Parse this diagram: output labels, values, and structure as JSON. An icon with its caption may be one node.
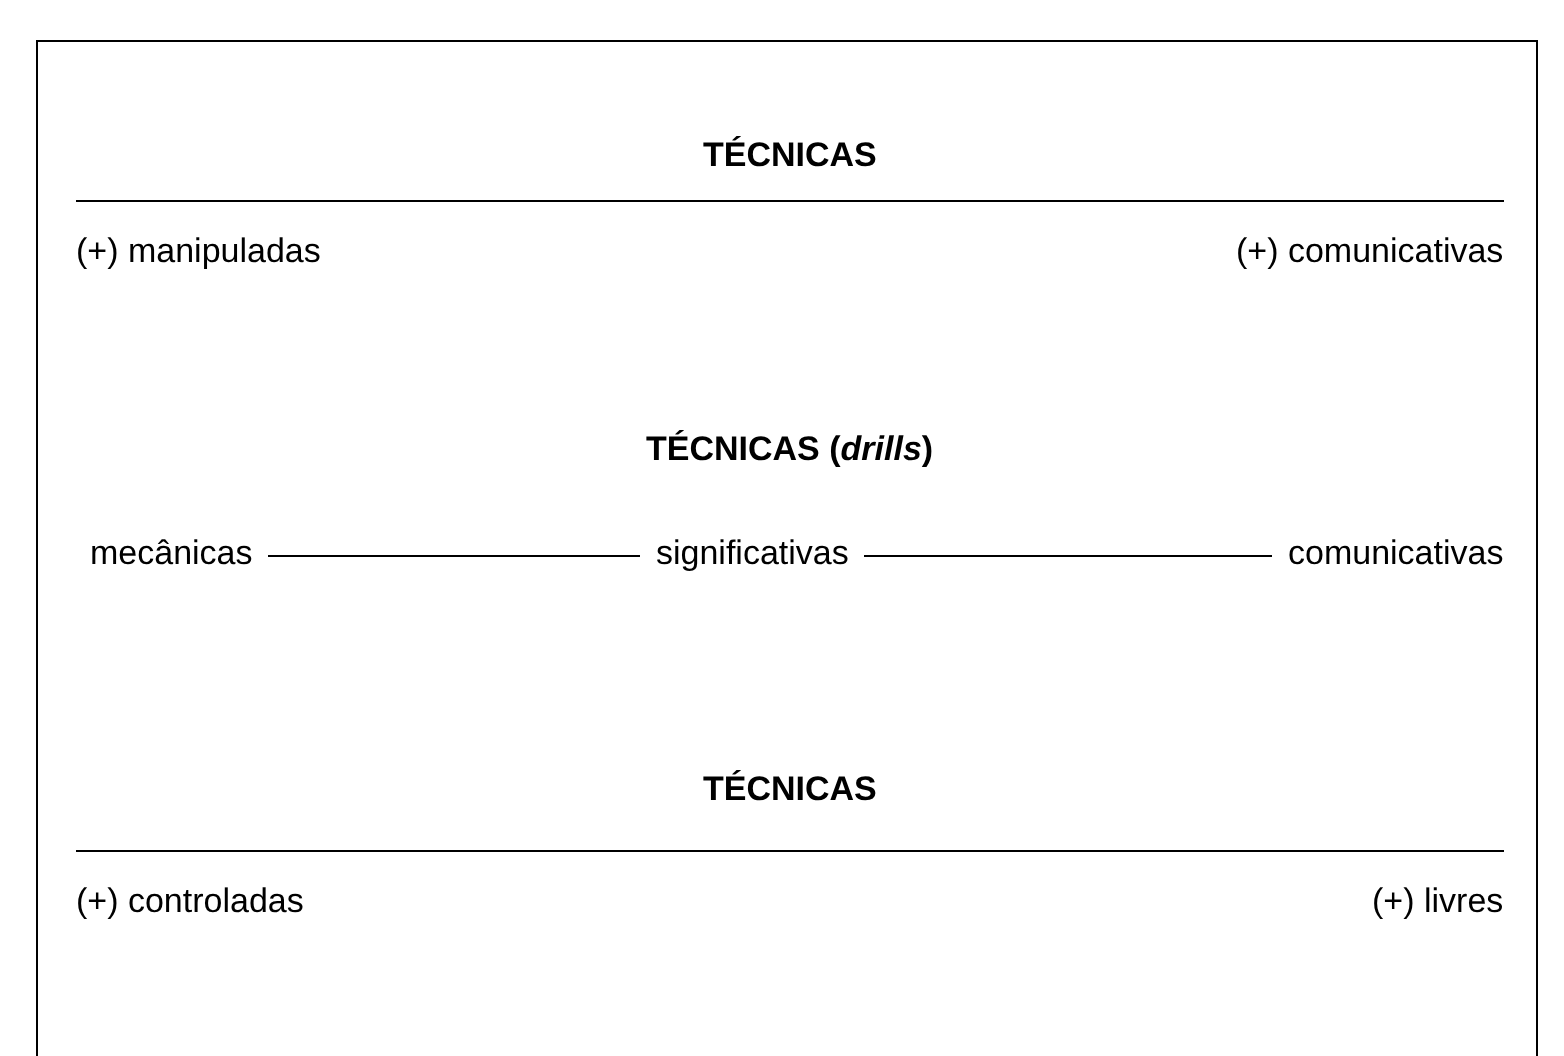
{
  "diagram": {
    "nodes": [
      {
        "text": [
          "mecânicas"
        ]
      },
      {
        "text": [
          "significativas"
        ]
      },
      {
        "text": [
          "comunicativas"
        ]
      }
    ],
    "edges": [
      {
        "from": 0,
        "to": 1,
        "arrow": "none"
      },
      {
        "from": 1,
        "to": 2,
        "arrow": "none"
      }
    ],
    "labels": [
      "TÉCNICAS",
      "(+) manipuladas",
      "(+) comunicativas",
      "TÉCNICAS (*drills*)",
      "TÉCNICAS",
      "(+) controladas",
      "(+) livres"
    ]
  }
}
